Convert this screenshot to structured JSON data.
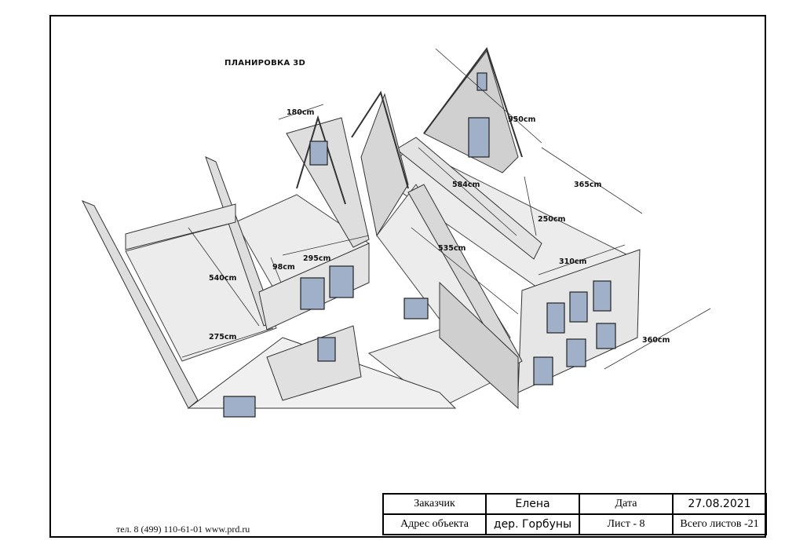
{
  "sheet": {
    "plan_title": "ПЛАНИРОВКА 3D",
    "contacts": "тел. 8 (499) 110-61-01  www.prd.ru"
  },
  "dimensions": {
    "d180": "180cm",
    "d950": "950cm",
    "d584": "584cm",
    "d365": "365cm",
    "d250": "250cm",
    "d310": "310cm",
    "d535": "535cm",
    "d540": "540cm",
    "d98": "98cm",
    "d295": "295cm",
    "d275": "275cm",
    "d360": "360cm"
  },
  "title_block": {
    "customer_label": "Заказчик",
    "customer_value": "Елена",
    "date_label": "Дата",
    "date_value": "27.08.2021",
    "address_label": "Адрес объекта",
    "address_value": "дер. Горбуны",
    "sheet_label": "Лист  - 8",
    "total_label": "Всего листов -21"
  }
}
